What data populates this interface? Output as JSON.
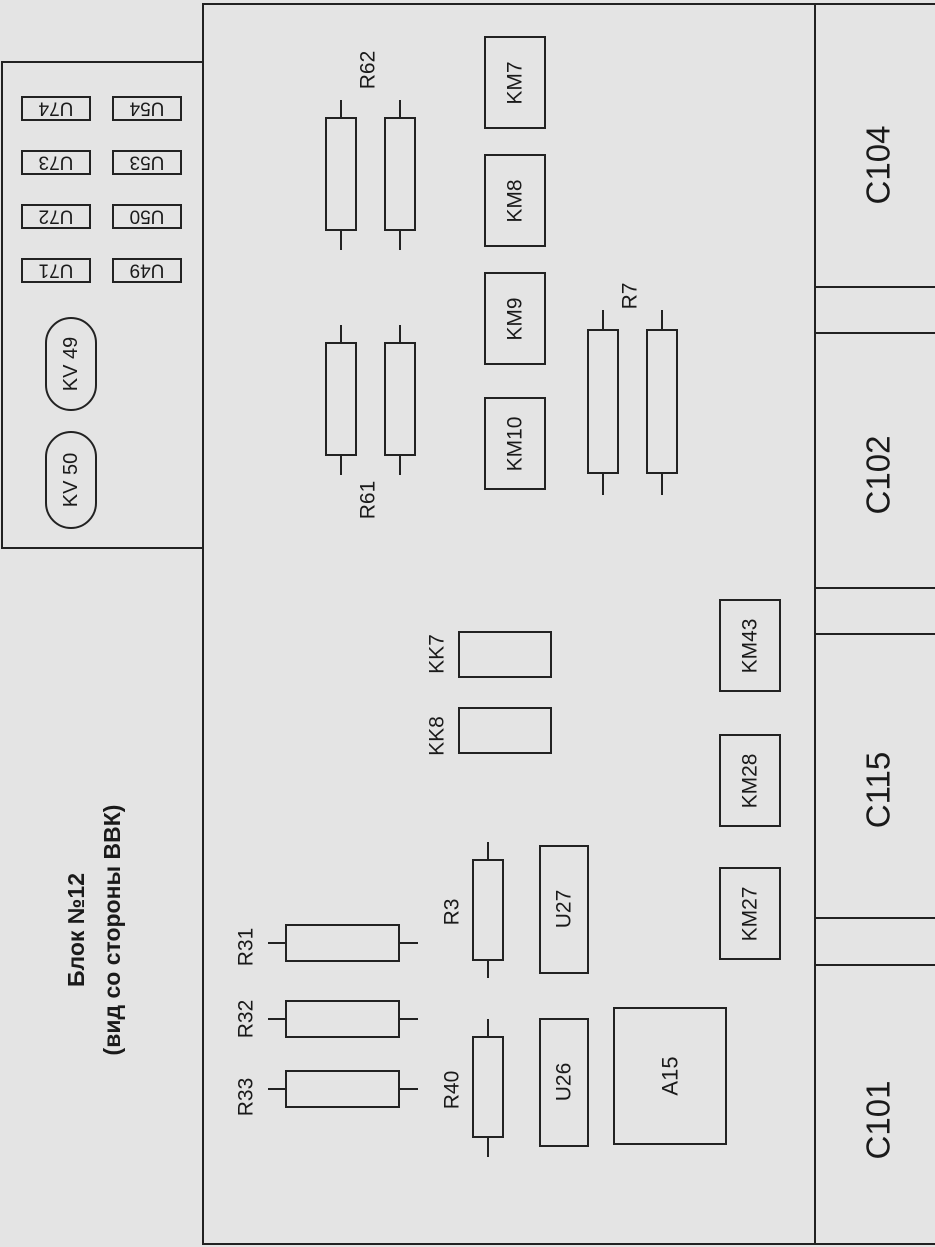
{
  "title": {
    "line1": "Блок №12",
    "line2": "(вид со стороны ВВК)"
  },
  "connectors": {
    "c104": "C104",
    "c102": "C102",
    "c115": "C115",
    "c101": "C101"
  },
  "side_panel": {
    "kv49": "KV 49",
    "kv50": "KV 50",
    "u71": "U71",
    "u72": "U72",
    "u73": "U73",
    "u74": "U74",
    "u49": "U49",
    "u50": "U50",
    "u53": "U53",
    "u54": "U54"
  },
  "components": {
    "km7": "KM7",
    "km8": "KM8",
    "km9": "KM9",
    "km10": "KM10",
    "km43": "KM43",
    "km28": "KM28",
    "km27": "KM27",
    "kk7": "KK7",
    "kk8": "KK8",
    "u27": "U27",
    "u26": "U26",
    "a15": "A15",
    "r62": "R62",
    "r61": "R61",
    "r7": "R7",
    "r3": "R3",
    "r40": "R40",
    "r31": "R31",
    "r32": "R32",
    "r33": "R33"
  }
}
